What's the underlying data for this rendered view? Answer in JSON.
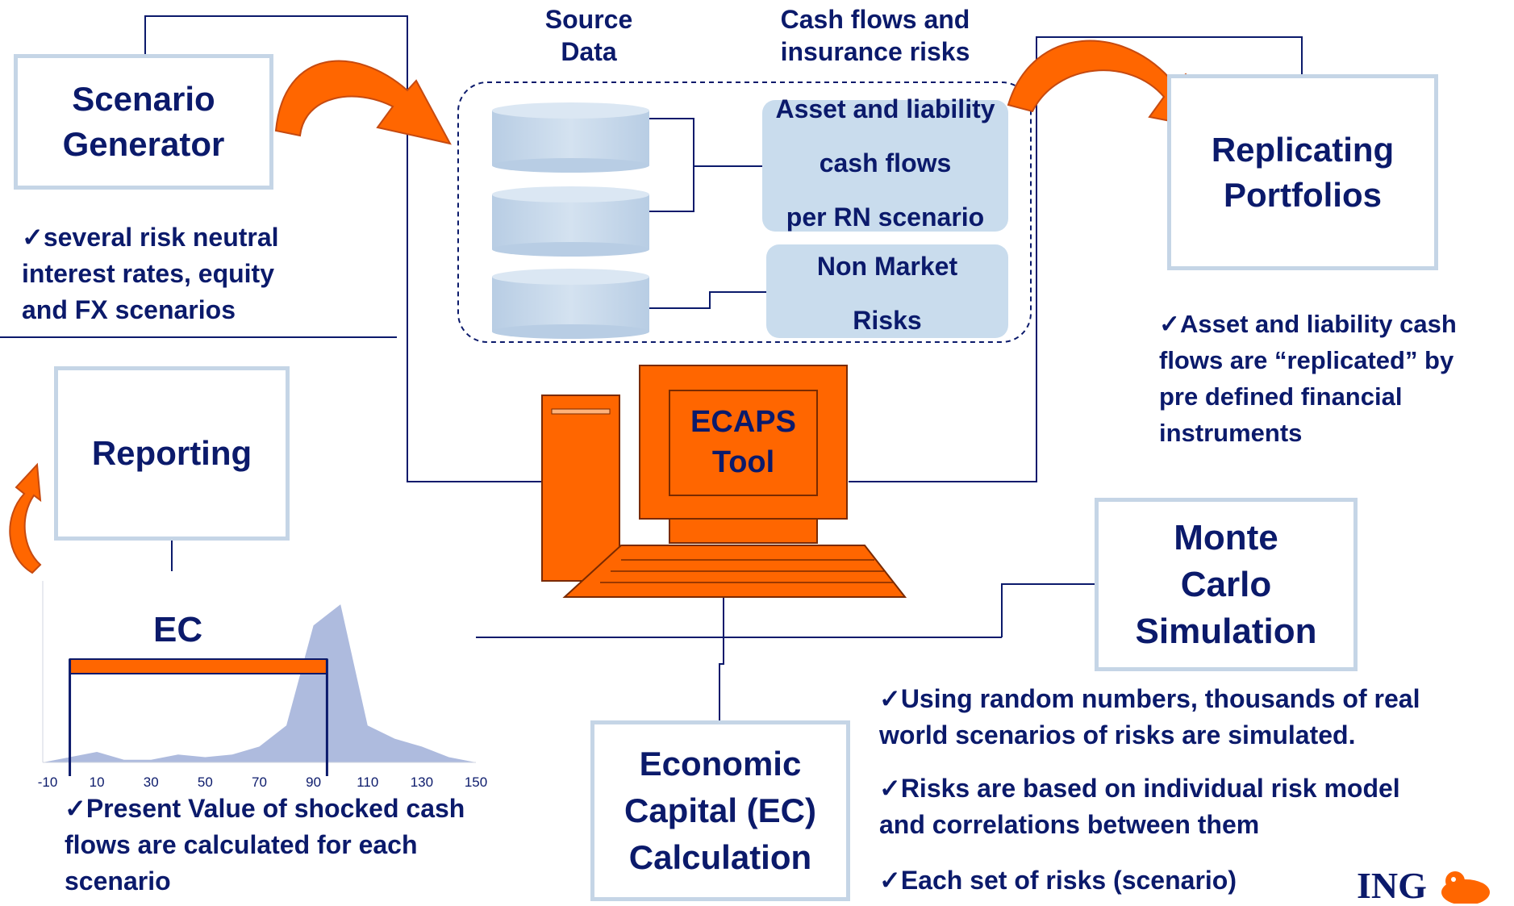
{
  "headers": {
    "source_data": [
      "Source",
      "Data"
    ],
    "cash_flows": [
      "Cash flows and",
      "insurance risks"
    ]
  },
  "boxes": {
    "scenario_generator": [
      "Scenario",
      "Generator"
    ],
    "replicating_portfolios": [
      "Replicating",
      "Portfolios"
    ],
    "reporting": [
      "Reporting"
    ],
    "monte_carlo": [
      "Monte",
      "Carlo",
      "Simulation"
    ],
    "economic_capital": [
      "Economic",
      "Capital (EC)",
      "Calculation"
    ],
    "asset_liability": [
      "Asset and liability",
      "cash flows",
      "per RN scenario"
    ],
    "non_market": [
      "Non Market",
      "Risks"
    ],
    "ecaps_tool": [
      "ECAPS",
      "Tool"
    ]
  },
  "notes": {
    "scenario_generator": [
      "✓several risk neutral",
      "interest rates, equity",
      "and FX scenarios"
    ],
    "replicating": [
      "✓Asset and liability cash",
      "flows are “replicated” by",
      "pre defined financial",
      "instruments"
    ],
    "present_value": [
      "✓Present Value of shocked cash",
      "flows are calculated for each",
      "scenario"
    ],
    "monte_carlo_1": [
      "✓Using random numbers, thousands of real",
      "world scenarios of risks are simulated."
    ],
    "monte_carlo_2": [
      "✓Risks are based on individual risk model",
      "and correlations between them"
    ],
    "monte_carlo_3": [
      "✓Each set of risks (scenario)"
    ]
  },
  "logo": {
    "text": "ING"
  },
  "colors": {
    "navy": "#0b1a6b",
    "orange": "#ff6600",
    "orange_dark": "#c64a10",
    "box_border": "#c5d5e6",
    "pill_fill": "#c9dced",
    "cylinder": "#c5d7ea",
    "distribution": "#aebbde"
  },
  "chart_data": {
    "type": "area",
    "title": "EC",
    "x_ticks": [
      -10,
      10,
      30,
      50,
      70,
      90,
      110,
      130,
      150
    ],
    "x": [
      -10,
      0,
      10,
      20,
      30,
      40,
      50,
      60,
      70,
      80,
      90,
      100,
      110,
      120,
      130,
      140,
      150
    ],
    "values": [
      0,
      2,
      4,
      1,
      1,
      3,
      2,
      3,
      6,
      14,
      52,
      60,
      14,
      9,
      6,
      2,
      0
    ],
    "ylim": [
      0,
      64
    ],
    "ec_bar": {
      "from": 0,
      "to": 95
    },
    "grid": false
  }
}
